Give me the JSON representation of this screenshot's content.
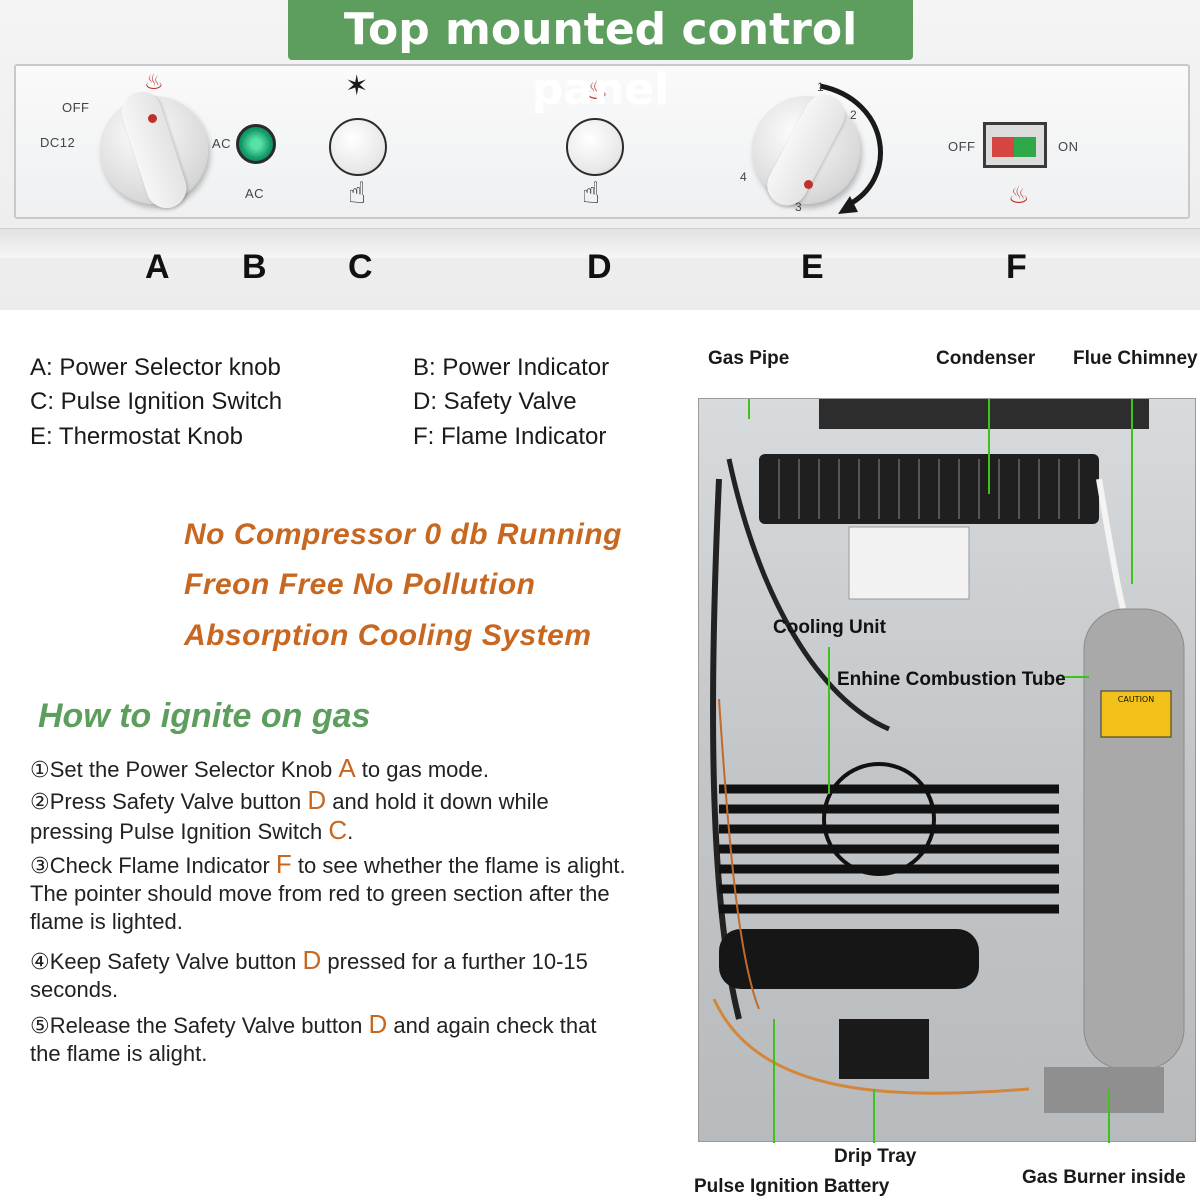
{
  "banner": {
    "title": "Top mounted control panel"
  },
  "panel": {
    "power_knob": {
      "off": "OFF",
      "dc": "DC12",
      "ac": "AC"
    },
    "indicator_label": "AC",
    "thermostat_marks": [
      "1",
      "2",
      "3",
      "4"
    ],
    "flame_switch": {
      "off": "OFF",
      "on": "ON"
    },
    "letters": [
      "A",
      "B",
      "C",
      "D",
      "E",
      "F"
    ]
  },
  "legend": [
    "A: Power Selector knob",
    "B: Power Indicator",
    "C: Pulse Ignition Switch",
    "D: Safety Valve",
    "E: Thermostat Knob",
    "F: Flame Indicator"
  ],
  "slogans": [
    "No Compressor 0 db Running",
    "Freon Free No Pollution",
    "Absorption Cooling System"
  ],
  "steps_title": "How to ignite on gas",
  "steps": [
    {
      "pre": "①Set the Power Selector Knob ",
      "letter": "A",
      "post": " to gas mode."
    },
    {
      "pre": "②Press Safety Valve button ",
      "letter": "D",
      "mid": " and hold it down while pressing Pulse Ignition Switch ",
      "letter2": "C",
      "post": "."
    },
    {
      "pre": "③Check Flame Indicator ",
      "letter": "F",
      "post": " to see whether the flame is alight. The pointer should move from red to green section after the flame is lighted."
    },
    {
      "pre": "④Keep Safety Valve button ",
      "letter": "D",
      "post": " pressed for a further 10-15 seconds."
    },
    {
      "pre": "⑤Release the Safety Valve button ",
      "letter": "D",
      "post": " and again check that the flame is alight."
    }
  ],
  "diagram_labels": {
    "gas_pipe": "Gas Pipe",
    "condenser": "Condenser",
    "flue_chimney": "Flue Chimney",
    "cooling_unit": "Cooling Unit",
    "combustion_tube": "Enhine Combustion Tube",
    "drip_tray": "Drip Tray",
    "pulse_battery": "Pulse Ignition Battery",
    "gas_burner": "Gas Burner inside",
    "caution": "CAUTION"
  },
  "colors": {
    "accent_green": "#5d9e5e",
    "accent_orange": "#c8671f",
    "leader_green": "#3ec21c"
  }
}
